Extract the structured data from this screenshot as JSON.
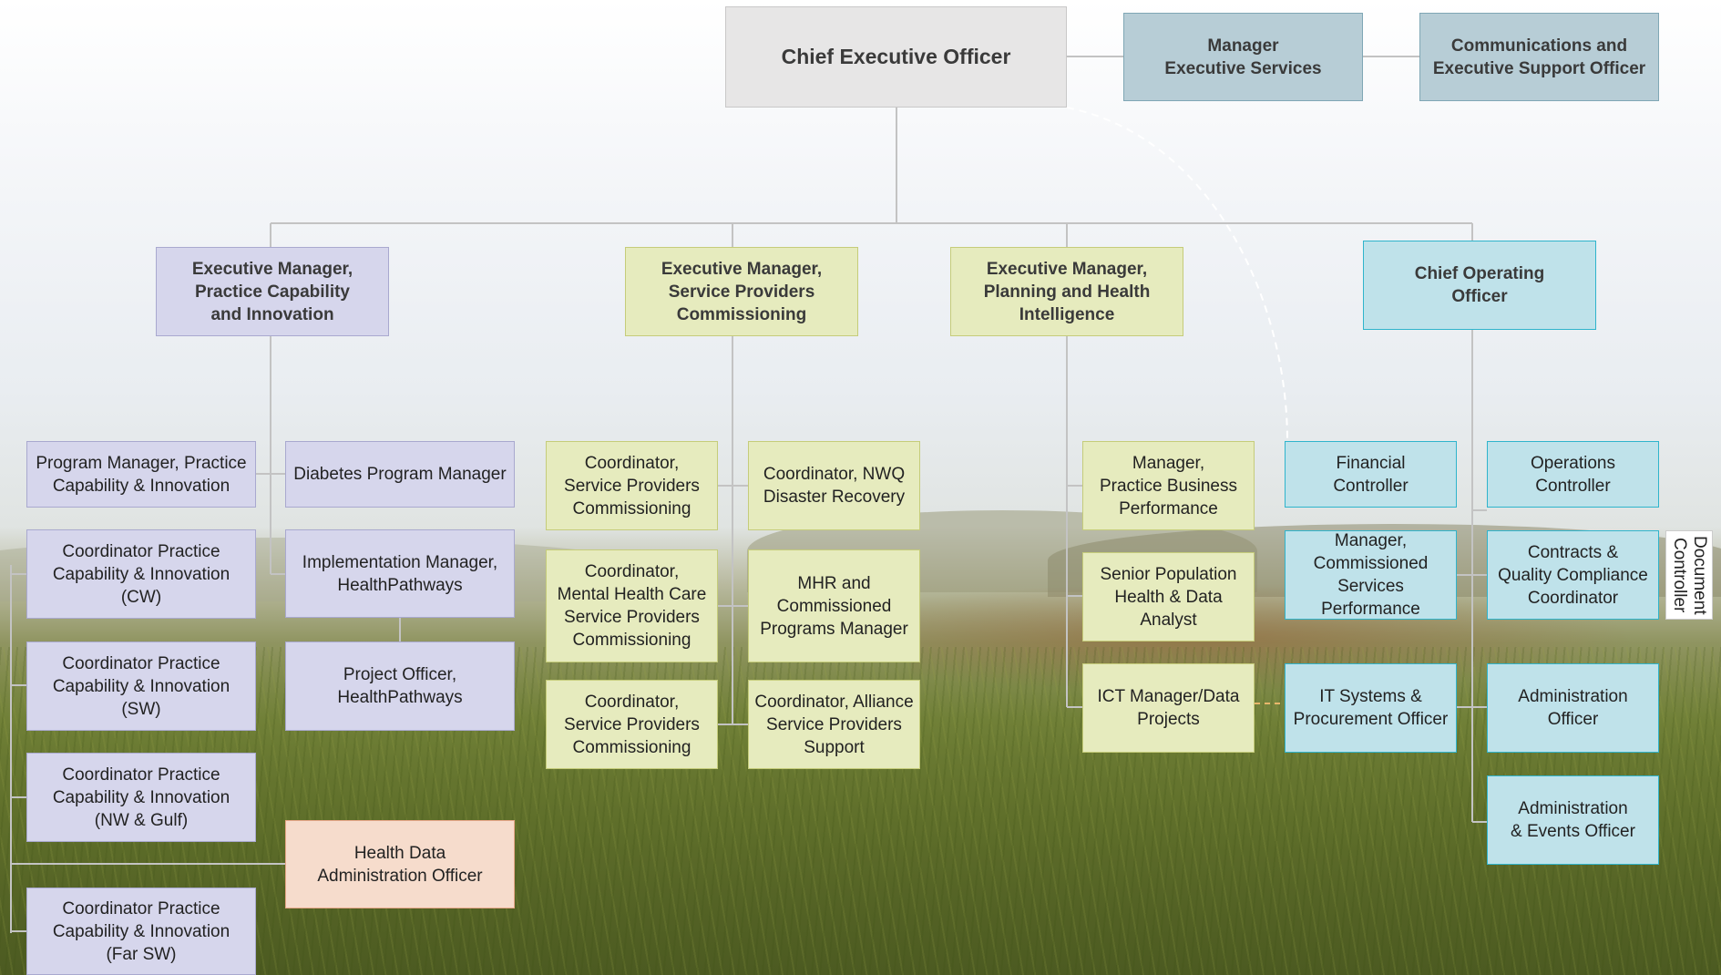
{
  "org_chart": {
    "ceo": "Chief Executive Officer",
    "manager_exec_services": "Manager\nExecutive Services",
    "comms_exec_support": "Communications and\nExecutive Support Officer",
    "exec_practice": "Executive Manager,\nPractice Capability\nand Innovation",
    "exec_service_providers": "Executive Manager,\nService Providers\nCommissioning",
    "exec_planning": "Executive Manager,\nPlanning and Health\nIntelligence",
    "coo": "Chief Operating\nOfficer",
    "practice": {
      "program_manager": "Program Manager, Practice\nCapability & Innovation",
      "diabetes_manager": "Diabetes Program Manager",
      "coord_cw": "Coordinator Practice\nCapability & Innovation\n(CW)",
      "implementation_manager": "Implementation Manager,\nHealthPathways",
      "coord_sw": "Coordinator Practice\nCapability & Innovation\n(SW)",
      "project_officer": "Project Officer,\nHealthPathways",
      "coord_nw_gulf": "Coordinator Practice\nCapability & Innovation\n(NW & Gulf)",
      "health_data_admin": "Health Data\nAdministration Officer",
      "coord_far_sw": "Coordinator Practice\nCapability & Innovation\n(Far SW)"
    },
    "commissioning": {
      "coord_spc_1": "Coordinator,\nService Providers\nCommissioning",
      "coord_nwq": "Coordinator, NWQ\nDisaster Recovery",
      "coord_mental_health": "Coordinator,\nMental Health Care\nService Providers\nCommissioning",
      "mhr_manager": "MHR and\nCommissioned\nPrograms Manager",
      "coord_spc_2": "Coordinator,\nService Providers\nCommissioning",
      "coord_alliance": "Coordinator, Alliance\nService Providers\nSupport"
    },
    "planning": {
      "manager_practice_business": "Manager,\nPractice Business\nPerformance",
      "senior_analyst": "Senior Population\nHealth & Data\nAnalyst",
      "ict_manager": "ICT Manager/Data\nProjects"
    },
    "operations": {
      "financial_controller": "Financial\nController",
      "operations_controller": "Operations\nController",
      "manager_commissioned": "Manager,\nCommissioned\nServices Performance",
      "contracts_coordinator": "Contracts &\nQuality Compliance\nCoordinator",
      "document_controller": "Document\nController",
      "it_systems": "IT Systems &\nProcurement Officer",
      "admin_officer": "Administration\nOfficer",
      "admin_events": "Administration\n& Events Officer"
    }
  }
}
